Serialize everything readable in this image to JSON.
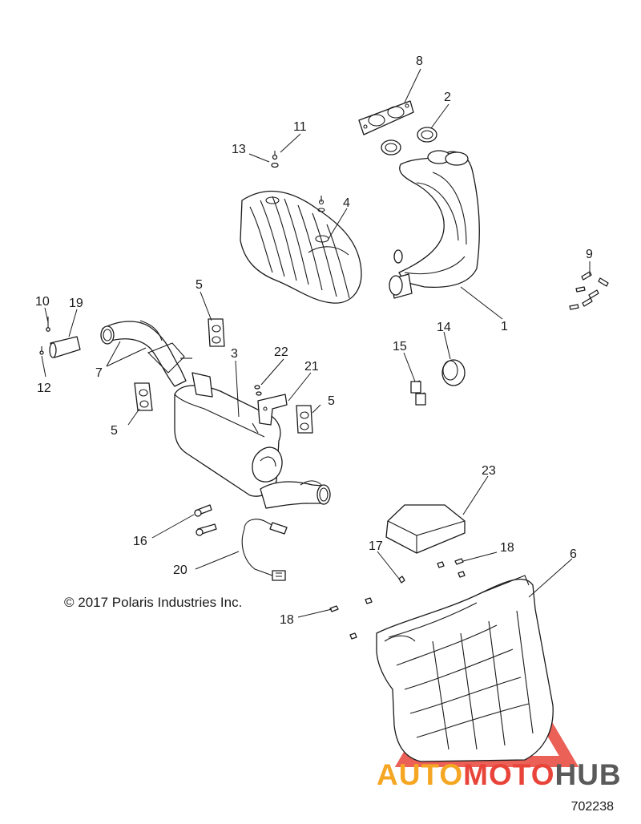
{
  "colors": {
    "line": "#1a1a1a",
    "watermark_red": "#e8443a",
    "watermark_orange": "#f5a623",
    "watermark_gray": "#5a5a5a"
  },
  "callouts": {
    "c1": "1",
    "c2": "2",
    "c3": "3",
    "c4": "4",
    "c5a": "5",
    "c5b": "5",
    "c5c": "5",
    "c6": "6",
    "c7": "7",
    "c8": "8",
    "c9": "9",
    "c10": "10",
    "c11": "11",
    "c12": "12",
    "c13": "13",
    "c14": "14",
    "c15": "15",
    "c16": "16",
    "c17": "17",
    "c18a": "18",
    "c18b": "18",
    "c19": "19",
    "c20": "20",
    "c21": "21",
    "c22": "22",
    "c23": "23"
  },
  "copyright": "© 2017 Polaris Industries Inc.",
  "part_number": "702238",
  "watermark": {
    "part1": "AUTO",
    "part2": "MOTO",
    "part3": "HUB"
  }
}
